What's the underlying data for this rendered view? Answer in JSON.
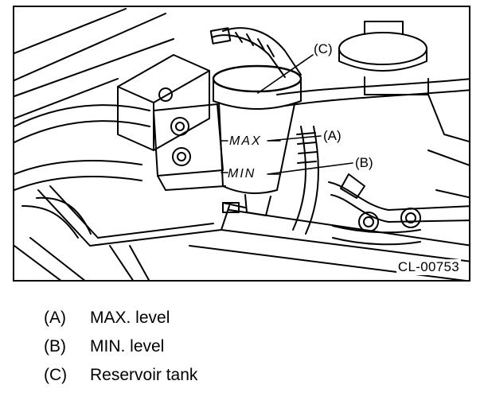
{
  "figure": {
    "code": "CL-00753",
    "tank_labels": {
      "max": "MAX",
      "min": "MIN"
    },
    "callouts": [
      {
        "key": "(A)",
        "text": "MAX. level"
      },
      {
        "key": "(B)",
        "text": "MIN. level"
      },
      {
        "key": "(C)",
        "text": "Reservoir tank"
      }
    ]
  }
}
